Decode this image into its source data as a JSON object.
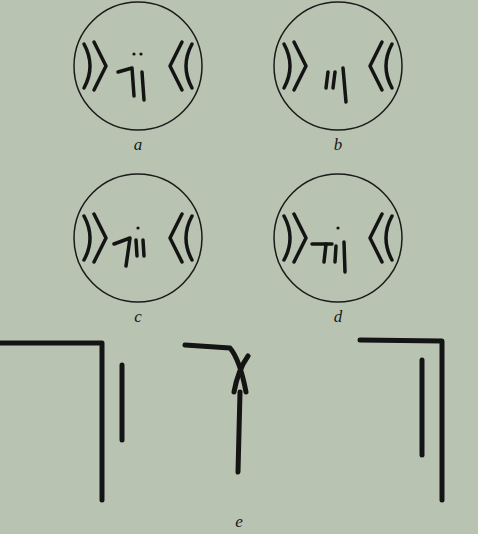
{
  "diagram": {
    "nodes": [
      {
        "text": [
          "a"
        ]
      },
      {
        "text": [
          "b"
        ]
      },
      {
        "text": [
          "c"
        ]
      },
      {
        "text": [
          "d"
        ]
      }
    ],
    "labels": [
      "e"
    ]
  }
}
